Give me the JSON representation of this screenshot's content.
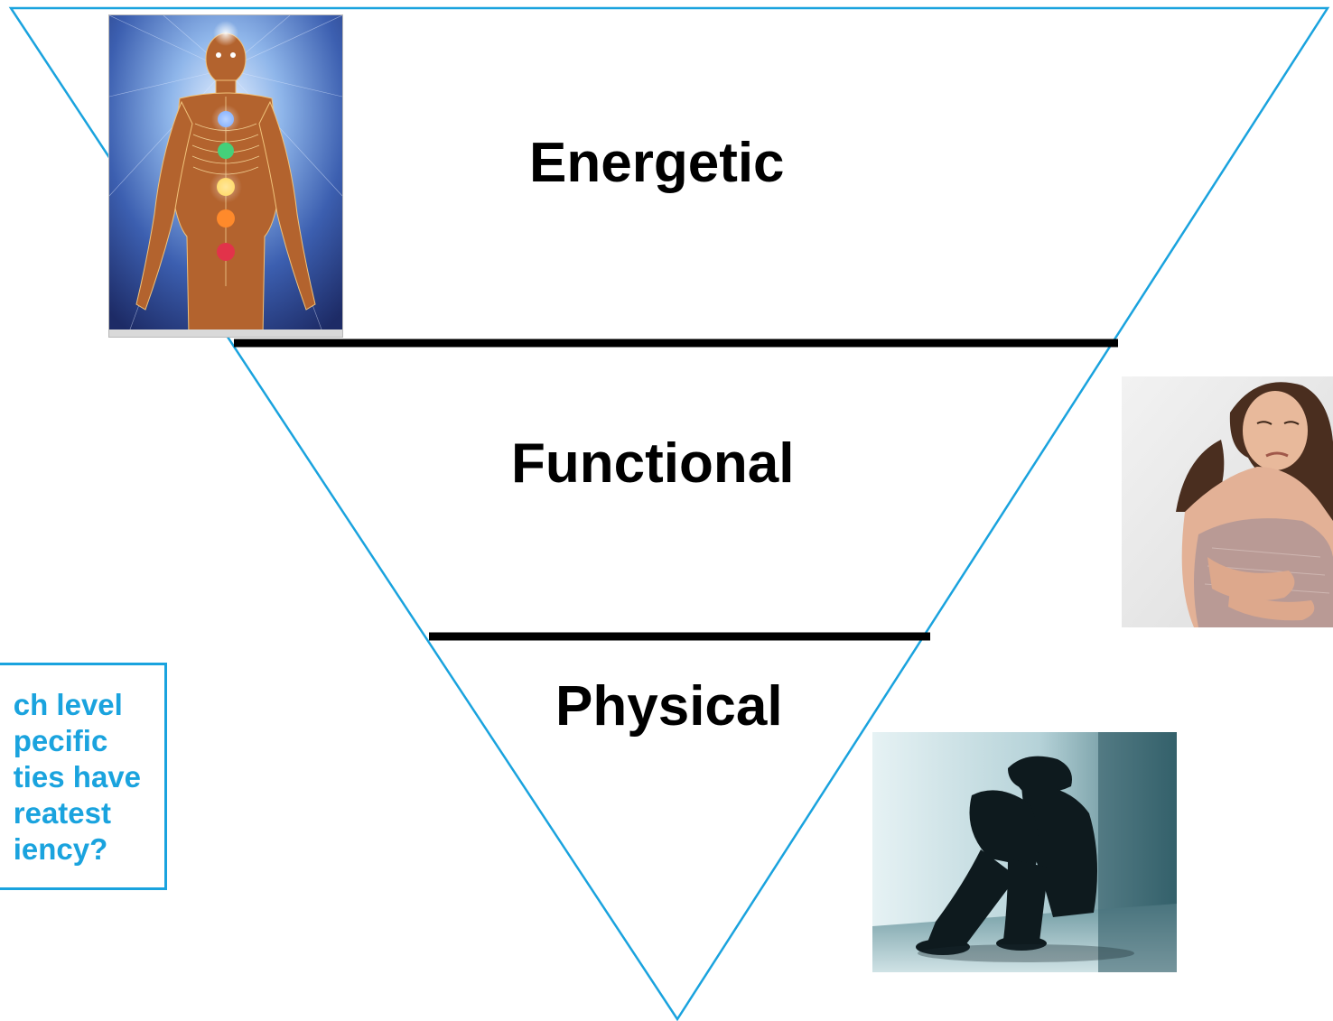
{
  "levels": {
    "top": "Energetic",
    "middle": "Functional",
    "bottom": "Physical"
  },
  "question_box": {
    "text": "ch level\npecific\nties have\nreatest\niency?"
  },
  "colors": {
    "triangle_outline": "#1aa3de",
    "divider_lines": "#000000",
    "question_text": "#1aa3de",
    "label_text": "#000000"
  },
  "images": [
    {
      "name": "energy-body-illustration"
    },
    {
      "name": "woman-stomach-pain-photo"
    },
    {
      "name": "sitting-man-photo"
    }
  ]
}
